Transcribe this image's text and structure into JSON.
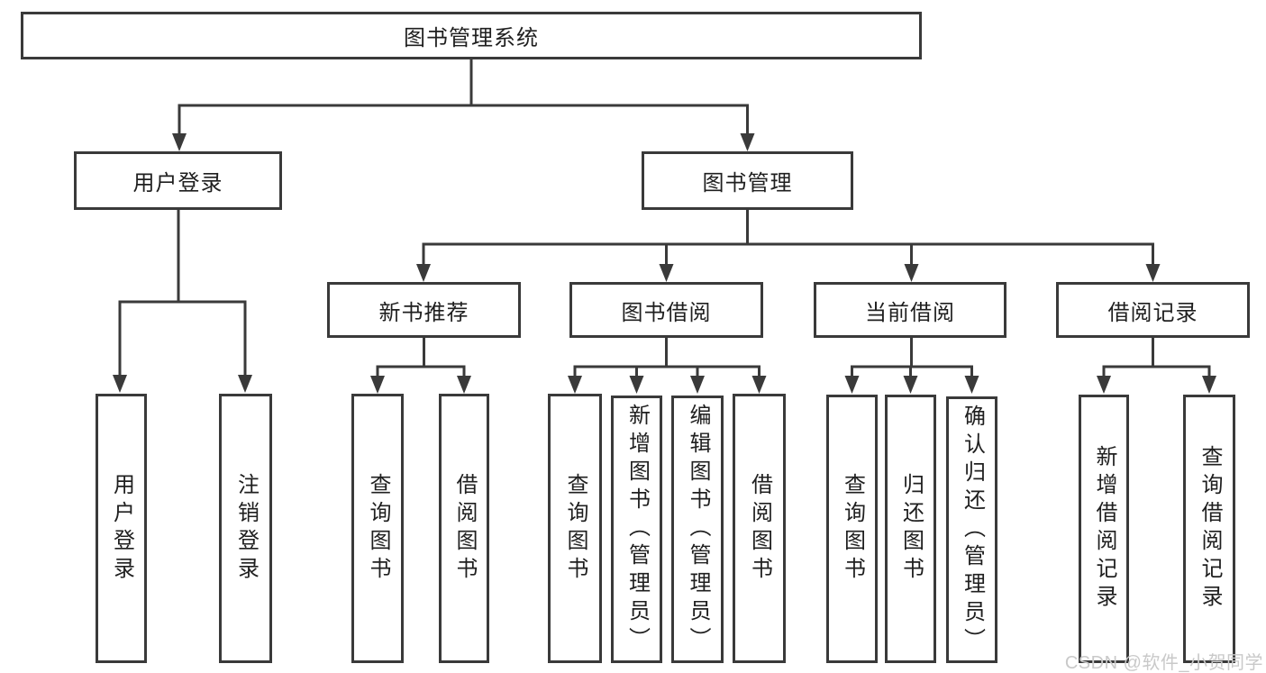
{
  "diagram_title": "图书管理系统",
  "tree": {
    "label": "图书管理系统",
    "children": [
      {
        "label": "用户登录",
        "children": [
          {
            "label": "用户登录"
          },
          {
            "label": "注销登录"
          }
        ]
      },
      {
        "label": "图书管理",
        "children": [
          {
            "label": "新书推荐",
            "children": [
              {
                "label": "查询图书"
              },
              {
                "label": "借阅图书"
              }
            ]
          },
          {
            "label": "图书借阅",
            "children": [
              {
                "label": "查询图书"
              },
              {
                "label": "新增图书（管理员）"
              },
              {
                "label": "编辑图书（管理员）"
              },
              {
                "label": "借阅图书"
              }
            ]
          },
          {
            "label": "当前借阅",
            "children": [
              {
                "label": "查询图书"
              },
              {
                "label": "归还图书"
              },
              {
                "label": "确认归还（管理员）"
              }
            ]
          },
          {
            "label": "借阅记录",
            "children": [
              {
                "label": "新增借阅记录"
              },
              {
                "label": "查询借阅记录"
              }
            ]
          }
        ]
      }
    ]
  },
  "watermark": "CSDN @软件_小贺同学",
  "colors": {
    "line": "#3a3a3a",
    "text": "#1f1f1f",
    "watermark": "#c9c9c9",
    "background": "#ffffff"
  }
}
